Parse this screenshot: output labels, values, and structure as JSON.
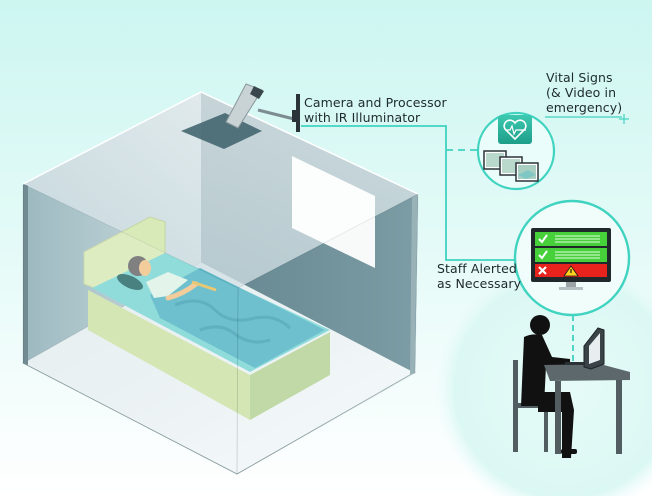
{
  "diagram": {
    "type": "patient-monitoring-system-illustration",
    "labels": {
      "camera_line1": "Camera and Processor",
      "camera_line2": "with IR Illuminator",
      "vitals_line1": "Vital Signs",
      "vitals_line2": "(& Video in",
      "vitals_line3": "emergency)",
      "staff_line1": "Staff Alerted",
      "staff_line2": "as Necessary"
    },
    "components": [
      {
        "id": "hospital-room",
        "description": "Isometric patient room with bed and patient"
      },
      {
        "id": "ceiling-camera",
        "description": "Camera mounted on ceiling/wall"
      },
      {
        "id": "vitals-bubble",
        "icons": [
          "heart-ecg-icon",
          "video-frames-icon"
        ]
      },
      {
        "id": "alert-monitor",
        "rows": [
          {
            "status": "ok",
            "icon": "check-icon",
            "color": "#46d13b"
          },
          {
            "status": "ok",
            "icon": "check-icon",
            "color": "#46d13b"
          },
          {
            "status": "alert",
            "icon": "x-icon",
            "warning": "warning-triangle-icon",
            "color": "#e8221d"
          }
        ]
      },
      {
        "id": "staff-workstation",
        "description": "Staff member seated at desk with computer"
      }
    ],
    "colors": {
      "accent_teal": "#3fd3c0",
      "background": "#cdf6f1",
      "wall_dark": "#5b7f89",
      "ok_green": "#46d13b",
      "alert_red": "#e8221d"
    }
  }
}
